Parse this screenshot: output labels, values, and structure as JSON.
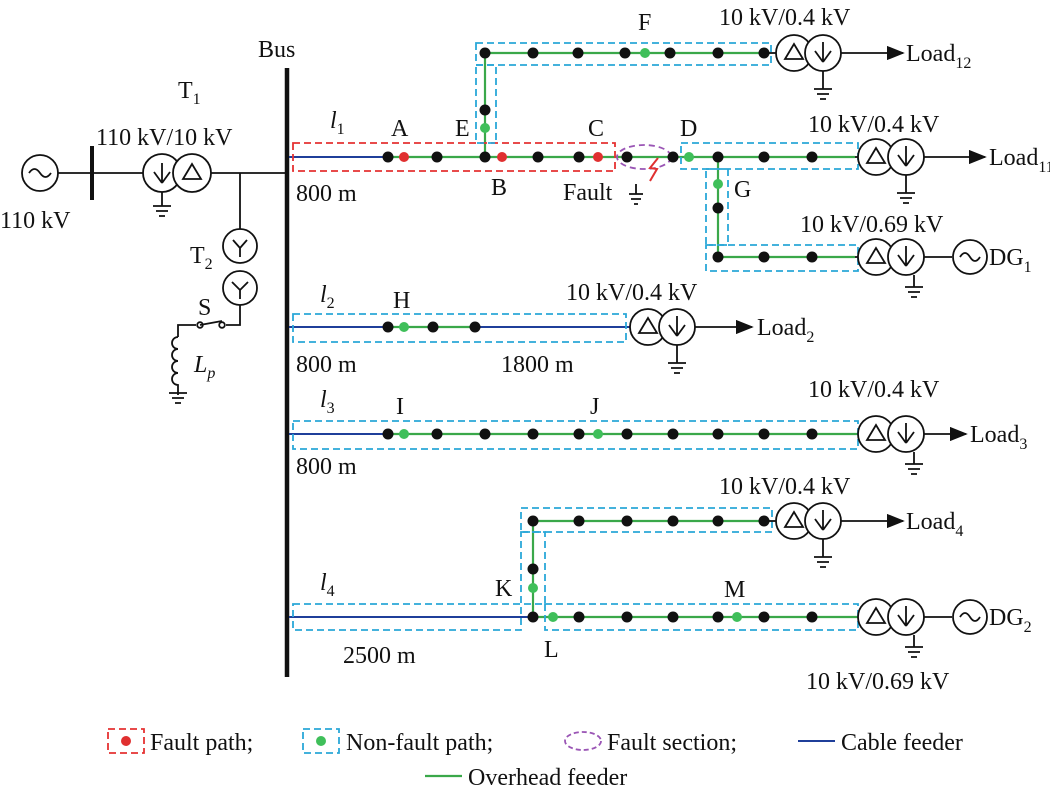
{
  "source": {
    "freq_symbol": "~",
    "voltage": "110 kV"
  },
  "bus": {
    "label": "Bus"
  },
  "transformers": {
    "t1": {
      "name": "T",
      "sub": "1",
      "rating": "110 kV/10 kV"
    },
    "t2": {
      "name": "T",
      "sub": "2"
    }
  },
  "grounding": {
    "switch": "S",
    "inductor": "L",
    "inductor_sub": "p"
  },
  "feeders": {
    "l1": {
      "name": "l",
      "sub": "1",
      "cable_length": "800 m"
    },
    "l2": {
      "name": "l",
      "sub": "2",
      "cable_length": "800 m",
      "overhead_length": "1800 m"
    },
    "l3": {
      "name": "l",
      "sub": "3",
      "cable_length": "800 m"
    },
    "l4": {
      "name": "l",
      "sub": "4",
      "cable_length": "2500 m"
    }
  },
  "nodes": {
    "A": "A",
    "B": "B",
    "C": "C",
    "D": "D",
    "E": "E",
    "F": "F",
    "G": "G",
    "H": "H",
    "I": "I",
    "J": "J",
    "K": "K",
    "L": "L",
    "M": "M"
  },
  "fault": {
    "label": "Fault"
  },
  "ends": {
    "load12": {
      "rating": "10 kV/0.4 kV",
      "label": "Load",
      "sub": "12"
    },
    "load11": {
      "rating": "10 kV/0.4 kV",
      "label": "Load",
      "sub": "11"
    },
    "dg1": {
      "rating": "10 kV/0.69 kV",
      "label": "DG",
      "sub": "1"
    },
    "load2": {
      "rating": "10 kV/0.4 kV",
      "label": "Load",
      "sub": "2"
    },
    "load3": {
      "rating": "10 kV/0.4 kV",
      "label": "Load",
      "sub": "3"
    },
    "load4": {
      "rating": "10 kV/0.4 kV",
      "label": "Load",
      "sub": "4"
    },
    "dg2": {
      "rating": "10 kV/0.69 kV",
      "label": "DG",
      "sub": "2"
    }
  },
  "legend": {
    "fault_path": "Fault path;",
    "non_fault_path": "Non-fault path;",
    "fault_section": "Fault section;",
    "cable_feeder": "Cable feeder",
    "overhead_feeder": "Overhead feeder"
  },
  "colors": {
    "fault_node": "#e03030",
    "non_fault_node": "#3fbf5a",
    "normal_node": "#111111",
    "cable": "#1f3f9a",
    "overhead": "#3aa84a",
    "fault_box": "#e53232",
    "non_fault_box": "#2aa7d8",
    "fault_section_ellipse": "#9a55b5"
  }
}
